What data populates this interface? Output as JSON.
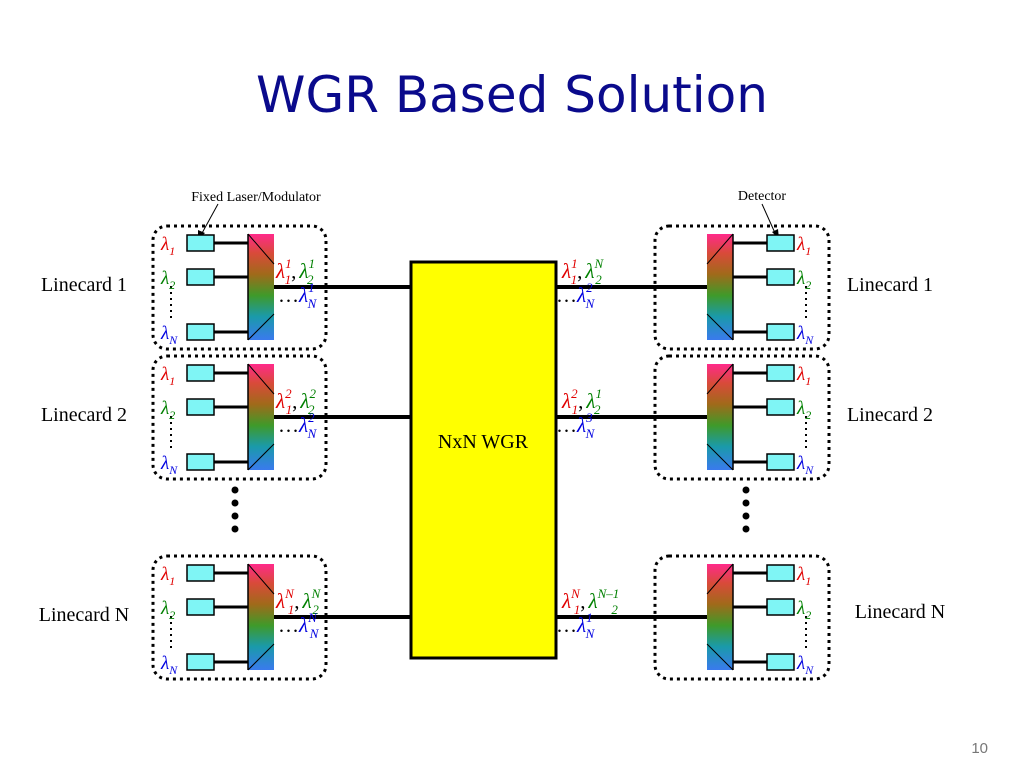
{
  "title": "WGR Based Solution",
  "page_number": "10",
  "callouts": {
    "laser": "Fixed Laser/Modulator",
    "detector": "Detector"
  },
  "wgr_label": "NxN WGR",
  "linecards_left": [
    "Linecard 1",
    "Linecard 2",
    "Linecard N"
  ],
  "linecards_right": [
    "Linecard 1",
    "Linecard 2",
    "Linecard N"
  ],
  "port_subscripts": [
    "1",
    "2",
    "N"
  ],
  "left_signals": [
    {
      "a_sup": "1",
      "a_sub": "1",
      "b_sup": "1",
      "b_sub": "2",
      "c_sup": "1",
      "c_sub": "N"
    },
    {
      "a_sup": "2",
      "a_sub": "1",
      "b_sup": "2",
      "b_sub": "2",
      "c_sup": "2",
      "c_sub": "N"
    },
    {
      "a_sup": "N",
      "a_sub": "1",
      "b_sup": "N",
      "b_sub": "2",
      "c_sup": "N",
      "c_sub": "N"
    }
  ],
  "right_signals": [
    {
      "a_sup": "1",
      "a_sub": "1",
      "b_sup": "N",
      "b_sub": "2",
      "c_sup": "2",
      "c_sub": "N"
    },
    {
      "a_sup": "2",
      "a_sub": "1",
      "b_sup": "1",
      "b_sub": "2",
      "c_sup": "3",
      "c_sub": "N"
    },
    {
      "a_sup": "N",
      "a_sub": "1",
      "b_sup": "N–1",
      "b_sub": "2",
      "c_sup": "1",
      "c_sub": "N"
    }
  ],
  "symbols": {
    "lambda": "λ",
    "comma": ",",
    "ellipsis": "…"
  },
  "colors": {
    "title": "#0a0a8c",
    "wgr_fill": "#ffff00",
    "box": "#7ff5f5",
    "lambda1": "#e00000",
    "lambda2": "#008000",
    "lambdaN": "#0000e0"
  }
}
